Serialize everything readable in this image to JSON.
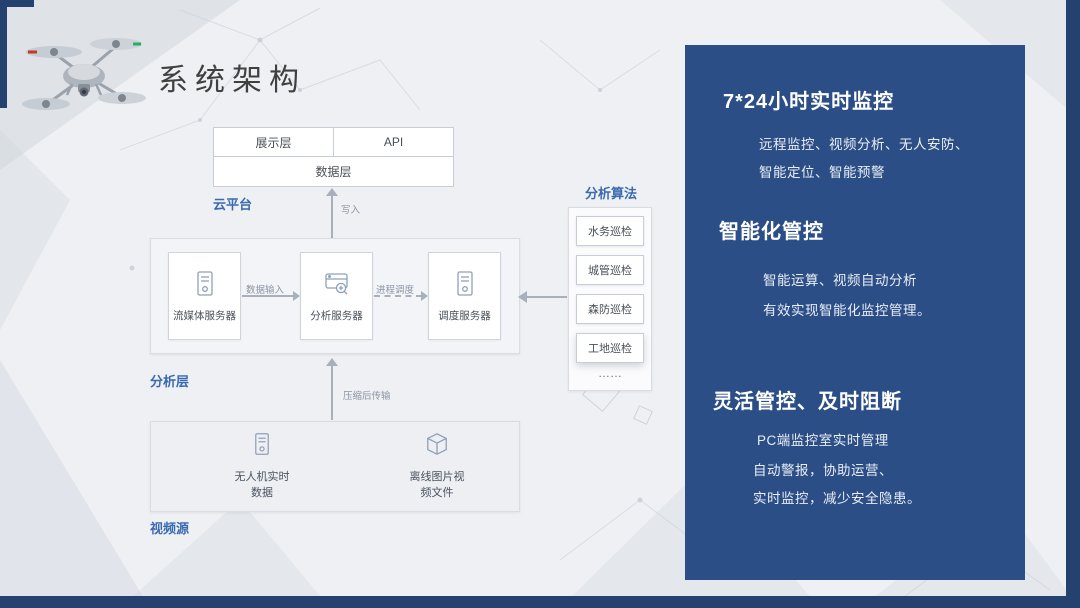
{
  "slide": {
    "title": "系统架构"
  },
  "diagram": {
    "cloud": {
      "group_label": "云平台",
      "display_box": "展示层",
      "api_box": "API",
      "data_box": "数据层",
      "write_label": "写入"
    },
    "analysis": {
      "group_label": "分析层",
      "server1": "流媒体服务器",
      "server2": "分析服务器",
      "server3": "调度服务器",
      "arrow1_label": "数据输入",
      "arrow2_label": "进程调度"
    },
    "algorithms": {
      "group_label": "分析算法",
      "items": [
        "水务巡检",
        "城管巡检",
        "森防巡检",
        "工地巡检"
      ],
      "more": "……"
    },
    "source": {
      "group_label": "视频源",
      "compress_label": "压缩后传输",
      "item1_line1": "无人机实时",
      "item1_line2": "数据",
      "item2_line1": "离线图片视",
      "item2_line2": "频文件"
    }
  },
  "panel": {
    "sections": [
      {
        "title": "7*24小时实时监控",
        "lines": [
          "远程监控、视频分析、无人安防、",
          "智能定位、智能预警"
        ]
      },
      {
        "title": "智能化管控",
        "lines": [
          "智能运算、视频自动分析",
          "有效实现智能化监控管理。"
        ]
      },
      {
        "title": "灵活管控、及时阻断",
        "lines": [
          "PC端监控室实时管理",
          "自动警报，协助运营、",
          "实时监控，减少安全隐患。"
        ]
      }
    ]
  },
  "colors": {
    "accent_blue": "#3a6ab0",
    "panel_navy": "#2b4e86",
    "frame_navy": "#24416f"
  }
}
